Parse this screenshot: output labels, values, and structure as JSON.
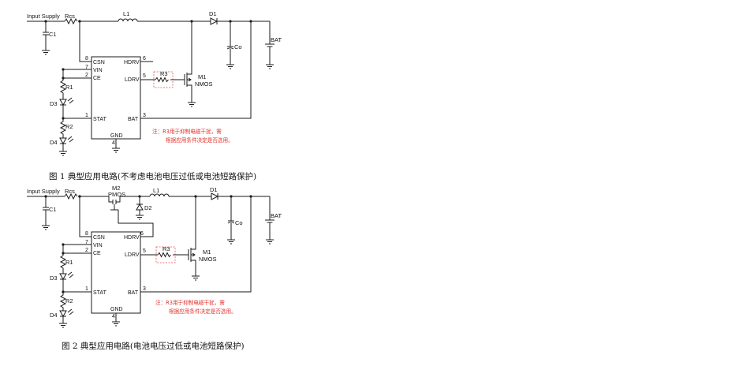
{
  "figures": [
    {
      "labels": {
        "input_supply": "Input Supply",
        "rcs": "Rcs",
        "c1": "C1",
        "l1": "L1",
        "d1": "D1",
        "co": "Co",
        "bat_out": "BAT",
        "m1": "M1",
        "nmos": "NMOS",
        "r3": "R3",
        "r1": "R1",
        "d3": "D3",
        "r2": "R2",
        "d4": "D4",
        "gnd": "GND",
        "pins": {
          "csn": "CSN",
          "vin": "VIN",
          "ce": "CE",
          "stat": "STAT",
          "hdrv": "HDRV",
          "ldrv": "LDRV",
          "bat": "BAT",
          "n8": "8",
          "n7": "7",
          "n2": "2",
          "n1": "1",
          "n6": "6",
          "n5": "5",
          "n3": "3",
          "n4": "4"
        }
      },
      "note_line1": "注：R3用于抑制电磁干扰，需",
      "note_line2": "根据应用条件决定是否选用。",
      "caption": "图 1    典型应用电路(不考虑电池电压过低或电池短路保护)"
    },
    {
      "labels": {
        "input_supply": "Input Supply",
        "rcs": "Rcs",
        "c1": "C1",
        "m2": "M2",
        "pmos": "PMOS",
        "d2": "D2",
        "l1": "L1",
        "d1": "D1",
        "co": "Co",
        "bat_out": "BAT",
        "m1": "M1",
        "nmos": "NMOS",
        "r3": "R3",
        "r1": "R1",
        "d3": "D3",
        "r2": "R2",
        "d4": "D4",
        "gnd": "GND",
        "pins": {
          "csn": "CSN",
          "vin": "VIN",
          "ce": "CE",
          "stat": "STAT",
          "hdrv": "HDRV",
          "ldrv": "LDRV",
          "bat": "BAT",
          "n8": "8",
          "n7": "7",
          "n2": "2",
          "n1": "1",
          "n6": "6",
          "n5": "5",
          "n3": "3",
          "n4": "4"
        }
      },
      "note_line1": "注：R3用于抑制电磁干扰，需",
      "note_line2": "根据应用条件决定是否选用。",
      "caption": "图 2    典型应用电路(电池电压过低或电池短路保护)"
    }
  ]
}
